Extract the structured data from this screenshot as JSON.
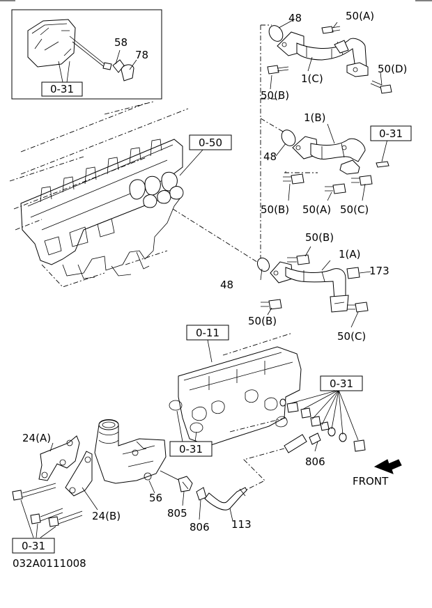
{
  "diagram_code": "032A0111008",
  "direction_label": "FRONT",
  "refs": {
    "r0_31_inset": "0-31",
    "r0_31_right": "0-31",
    "r0_50": "0-50",
    "r0_11": "0-11",
    "r0_31_lower_right": "0-31",
    "r0_31_mid": "0-31",
    "r0_31_bottom_left": "0-31"
  },
  "callouts": {
    "c58": "58",
    "c78": "78",
    "c48_top": "48",
    "c50A_top": "50(A)",
    "c1C": "1(C)",
    "c50D": "50(D)",
    "c50B_top": "50(B)",
    "c1B": "1(B)",
    "c48_mid": "48",
    "c50B_mid": "50(B)",
    "c50A_mid": "50(A)",
    "c50C_mid": "50(C)",
    "c50B_low": "50(B)",
    "c1A": "1(A)",
    "c173": "173",
    "c48_low": "48",
    "c50B_low2": "50(B)",
    "c50C_low": "50(C)",
    "c806_right": "806",
    "c24A": "24(A)",
    "c56": "56",
    "c24B": "24(B)",
    "c805": "805",
    "c806_bottom": "806",
    "c113": "113"
  }
}
